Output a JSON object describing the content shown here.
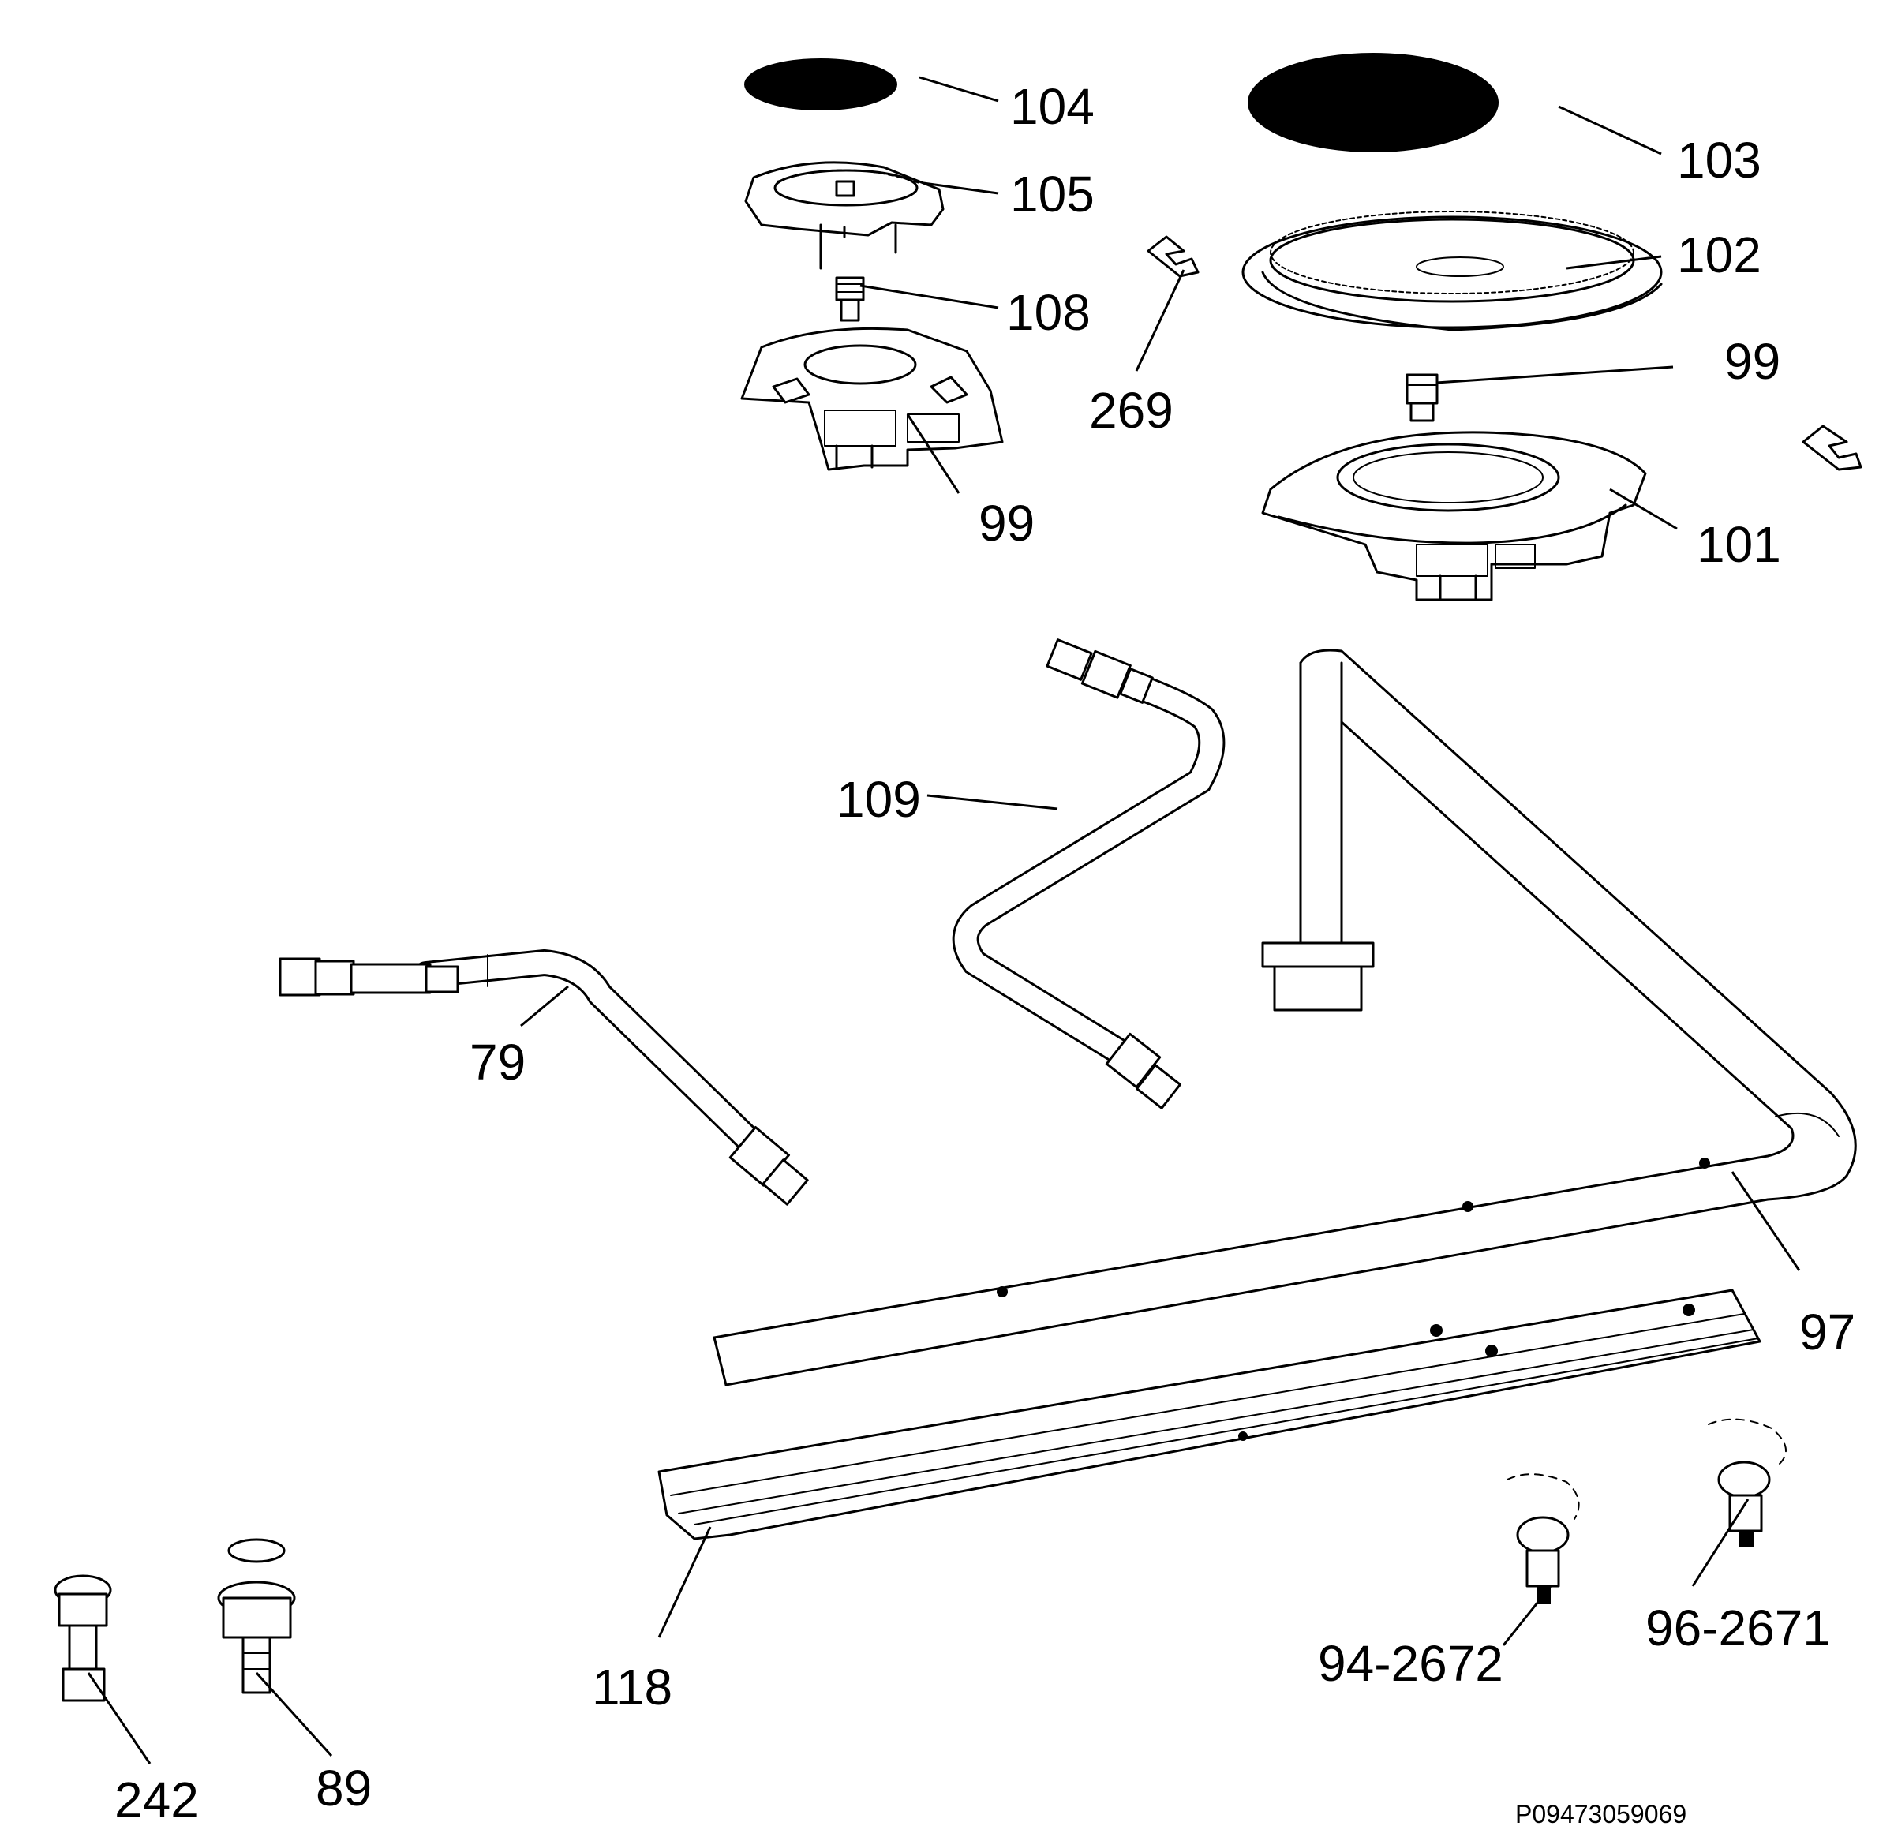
{
  "diagram_code": "P09473059069",
  "parts": [
    {
      "id": "p104",
      "label": "104"
    },
    {
      "id": "p103",
      "label": "103"
    },
    {
      "id": "p105",
      "label": "105"
    },
    {
      "id": "p102",
      "label": "102"
    },
    {
      "id": "p108",
      "label": "108"
    },
    {
      "id": "p269",
      "label": "269"
    },
    {
      "id": "p99a",
      "label": "99"
    },
    {
      "id": "p99b",
      "label": "99"
    },
    {
      "id": "p101",
      "label": "101"
    },
    {
      "id": "p109",
      "label": "109"
    },
    {
      "id": "p79",
      "label": "79"
    },
    {
      "id": "p97",
      "label": "97"
    },
    {
      "id": "p118",
      "label": "118"
    },
    {
      "id": "p94",
      "label": "94-2672"
    },
    {
      "id": "p96",
      "label": "96-2671"
    },
    {
      "id": "p242",
      "label": "242"
    },
    {
      "id": "p89",
      "label": "89"
    }
  ]
}
